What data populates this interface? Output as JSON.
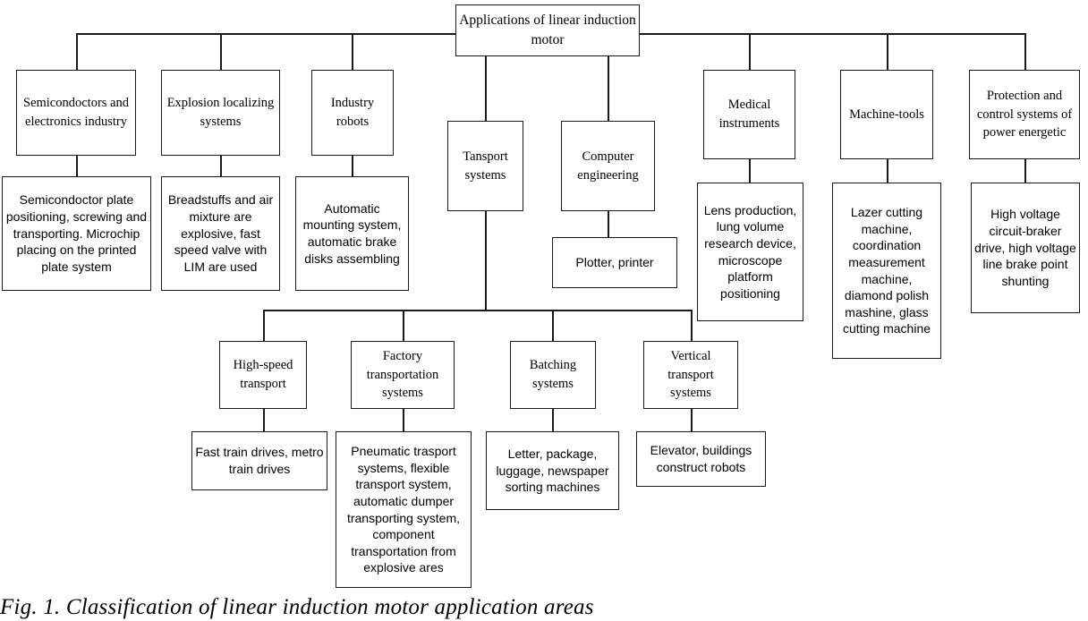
{
  "figure": {
    "caption": "Fig. 1. Classification of linear induction motor application areas",
    "root": "Applications of linear induction motor",
    "colors": {
      "line": "#1a1a1a",
      "box_fill": "#ffffff",
      "text": "#000000"
    }
  },
  "nodes": {
    "root": "Applications of linear induction motor",
    "semiconductors": "Semicondoctors and electronics industry",
    "semiconductors_leaf": "Semicondoctor plate positioning, screwing and transporting. Microchip placing on the printed plate system",
    "explosion": "Explosion localizing systems",
    "explosion_leaf": "Breadstuffs and air mixture are explosive,  fast speed valve with LIM are used",
    "industry_robots": "Industry robots",
    "industry_robots_leaf": "Automatic mounting system, automatic brake disks assembling",
    "transport": "Tansport systems",
    "computer": "Computer engineering",
    "computer_leaf": "Plotter, printer",
    "medical": "Medical instruments",
    "medical_leaf": "Lens production, lung volume research device, microscope platform positioning",
    "machine_tools": "Machine-tools",
    "machine_tools_leaf": "Lazer cutting machine, coordination measurement machine, diamond polish mashine, glass cutting machine",
    "protection": "Protection and control systems of power energetic",
    "protection_leaf": "High voltage circuit-braker drive, high voltage line brake point shunting",
    "high_speed": "High-speed transport",
    "high_speed_leaf": "Fast train drives, metro train drives",
    "factory": "Factory transportation systems",
    "factory_leaf": "Pneumatic trasport systems, flexible transport system, automatic dumper transporting system, component transportation from explosive ares",
    "batching": "Batching systems",
    "batching_leaf": "Letter, package, luggage, newspaper sorting machines",
    "vertical": "Vertical transport systems",
    "vertical_leaf": "Elevator,  buildings construct robots"
  },
  "tree": {
    "root": {
      "label": "Applications of linear induction motor",
      "children": [
        {
          "label": "Semicondoctors and electronics industry",
          "children": [
            {
              "label": "Semicondoctor plate positioning, screwing and transporting. Microchip placing on the printed plate system"
            }
          ]
        },
        {
          "label": "Explosion localizing systems",
          "children": [
            {
              "label": "Breadstuffs and air mixture are explosive,  fast speed valve with LIM are used"
            }
          ]
        },
        {
          "label": "Industry robots",
          "children": [
            {
              "label": "Automatic mounting system, automatic brake disks assembling"
            }
          ]
        },
        {
          "label": "Tansport systems",
          "children": [
            {
              "label": "High-speed transport",
              "children": [
                {
                  "label": "Fast train drives, metro train drives"
                }
              ]
            },
            {
              "label": "Factory transportation systems",
              "children": [
                {
                  "label": "Pneumatic trasport systems, flexible transport system, automatic dumper transporting system, component transportation from explosive ares"
                }
              ]
            },
            {
              "label": "Batching systems",
              "children": [
                {
                  "label": "Letter, package, luggage, newspaper sorting machines"
                }
              ]
            },
            {
              "label": "Vertical transport systems",
              "children": [
                {
                  "label": "Elevator,  buildings construct robots"
                }
              ]
            }
          ]
        },
        {
          "label": "Computer engineering",
          "children": [
            {
              "label": "Plotter, printer"
            }
          ]
        },
        {
          "label": "Medical instruments",
          "children": [
            {
              "label": "Lens production, lung volume research device, microscope platform positioning"
            }
          ]
        },
        {
          "label": "Machine-tools",
          "children": [
            {
              "label": "Lazer cutting machine, coordination measurement machine, diamond polish mashine, glass cutting machine"
            }
          ]
        },
        {
          "label": "Protection and control systems of power energetic",
          "children": [
            {
              "label": "High voltage circuit-braker drive, high voltage line brake point shunting"
            }
          ]
        }
      ]
    }
  }
}
